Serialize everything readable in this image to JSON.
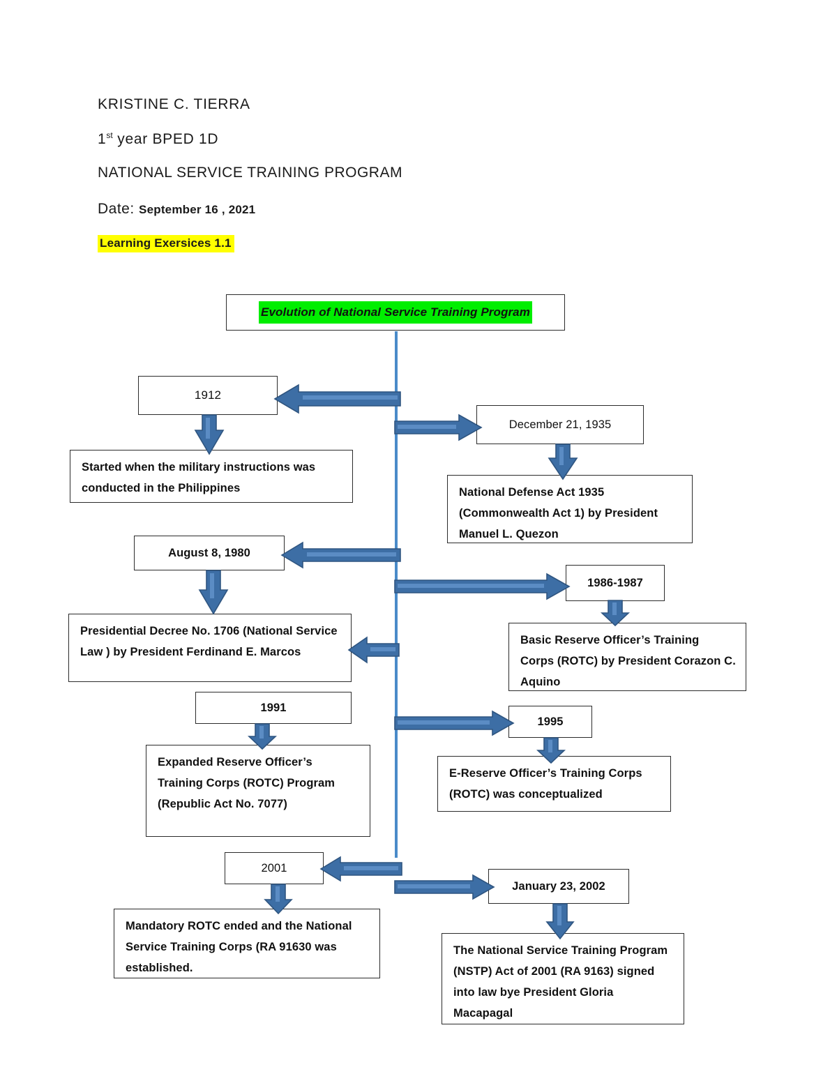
{
  "header": {
    "name": "KRISTINE C. TIERRA",
    "year_section_prefix": "1",
    "year_section_sup": "st",
    "year_section_rest": " year BPED  1D",
    "program": "NATIONAL SERVICE TRAINING PROGRAM",
    "date_label": "Date:",
    "date_value": "September 16 , 2021",
    "exercise": "Learning Exersices  1.1"
  },
  "chart_title": "Evolution of National Service Training Program",
  "colors": {
    "arrow_fill": "#3d6ea5",
    "arrow_highlight": "#5b8cc4",
    "arrow_outline": "#2f5580",
    "spine": "#4a8bc9",
    "title_highlight": "#00ee00",
    "exercise_highlight": "#ffff00",
    "box_border": "#2b2b2b"
  },
  "nodes": [
    {
      "id": "year_1912",
      "label": "1912"
    },
    {
      "id": "detail_1912",
      "label": "Started when the military instructions was conducted in the Philippines"
    },
    {
      "id": "year_1935",
      "label": "December 21, 1935"
    },
    {
      "id": "detail_1935",
      "label": "National Defense Act 1935 (Commonwealth Act 1) by President Manuel L. Quezon"
    },
    {
      "id": "year_1980",
      "label": "August 8, 1980"
    },
    {
      "id": "detail_1980",
      "label": "Presidential Decree No. 1706 (National Service Law ) by President Ferdinand E. Marcos"
    },
    {
      "id": "year_1986",
      "label": "1986-1987"
    },
    {
      "id": "detail_1986",
      "label": "Basic Reserve Officer’s Training Corps (ROTC) by President Corazon C. Aquino"
    },
    {
      "id": "year_1991",
      "label": "1991"
    },
    {
      "id": "detail_1991",
      "label": "Expanded Reserve Officer’s Training Corps (ROTC) Program (Republic Act No. 7077)"
    },
    {
      "id": "year_1995",
      "label": "1995"
    },
    {
      "id": "detail_1995",
      "label": "E-Reserve Officer’s Training Corps (ROTC) was conceptualized"
    },
    {
      "id": "year_2001",
      "label": "2001"
    },
    {
      "id": "detail_2001",
      "label": "Mandatory ROTC ended and the National Service Training Corps (RA 91630 was established."
    },
    {
      "id": "year_2002",
      "label": "January 23, 2002"
    },
    {
      "id": "detail_2002",
      "label": "The National Service Training Program (NSTP) Act of 2001 (RA 9163) signed into law bye President Gloria Macapagal"
    }
  ]
}
